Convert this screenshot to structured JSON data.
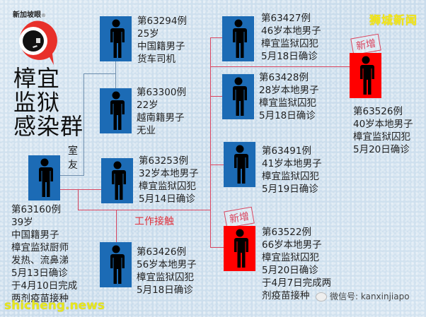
{
  "logo": {
    "text": "新加坡眼",
    "mark": "®"
  },
  "title": {
    "lines": [
      "樟宜",
      "监狱",
      "感染群"
    ]
  },
  "brand": "狮城新闻",
  "watermark": "shicheng.news",
  "wechat": "微信号: kanxinjiapo",
  "relations": {
    "roommate": [
      "室",
      "友"
    ],
    "work_contact": "工作接触",
    "new_badge": "新增"
  },
  "colors": {
    "blue_box": "#1c6bb5",
    "red_box": "#ff0000",
    "red_line": "#d9455f",
    "blue_line": "#6f8fae",
    "brand": "#f4e81a"
  },
  "cases": {
    "c63160": {
      "lines": [
        "第63160例",
        "39岁",
        "中国籍男子",
        "樟宜监狱厨师",
        "发热、流鼻涕",
        "5月13日确诊",
        "于4月10日完成",
        "两剂疫苗接种"
      ]
    },
    "c63294": {
      "lines": [
        "第63294例",
        "25岁",
        "中国籍男子",
        "货车司机"
      ]
    },
    "c63300": {
      "lines": [
        "第63300例",
        "22岁",
        "越南籍男子",
        "无业"
      ]
    },
    "c63253": {
      "lines": [
        "第63253例",
        "32岁本地男子",
        "樟宜监狱囚犯",
        "5月14日确诊"
      ]
    },
    "c63426": {
      "lines": [
        "第63426例",
        "56岁本地男子",
        "樟宜监狱囚犯",
        "5月18日确诊"
      ]
    },
    "c63427": {
      "lines": [
        "第63427例",
        "46岁本地男子",
        "樟宜监狱囚犯",
        "5月18日确诊"
      ]
    },
    "c63428": {
      "lines": [
        "第63428例",
        "28岁本地男子",
        "樟宜监狱囚犯",
        "5月18日确诊"
      ]
    },
    "c63491": {
      "lines": [
        "第63491例",
        "41岁本地男子",
        "樟宜监狱囚犯",
        "5月19日确诊"
      ]
    },
    "c63522": {
      "lines": [
        "第63522例",
        "66岁本地男子",
        "樟宜监狱囚犯",
        "5月20日确诊",
        "于4月7日完成两",
        "剂疫苗接种"
      ],
      "new": true
    },
    "c63526": {
      "lines": [
        "第63526例",
        "40岁本地男子",
        "樟宜监狱囚犯",
        "5月20日确诊"
      ],
      "new": true
    }
  }
}
